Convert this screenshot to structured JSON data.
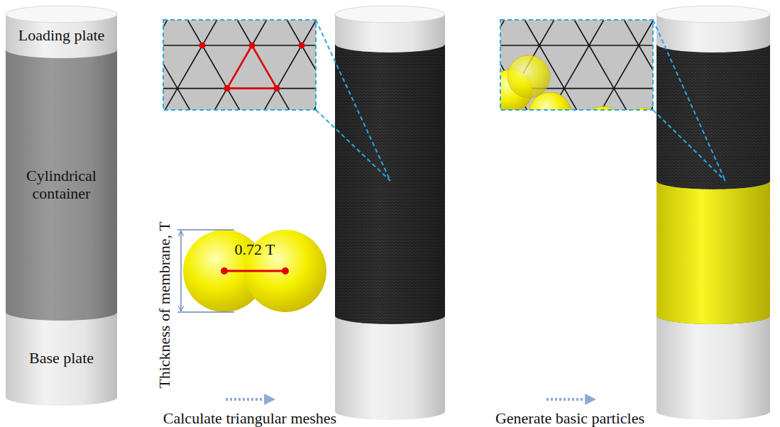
{
  "diagram": {
    "nodes": [
      {
        "text": [
          "Loading plate"
        ]
      },
      {
        "text": [
          "Cylindrical container"
        ]
      },
      {
        "text": [
          "Base plate"
        ]
      }
    ],
    "labels": [
      "0.72 T",
      "Thickness of membrane, T",
      "Calculate triangular meshes",
      "Generate basic particles"
    ]
  }
}
